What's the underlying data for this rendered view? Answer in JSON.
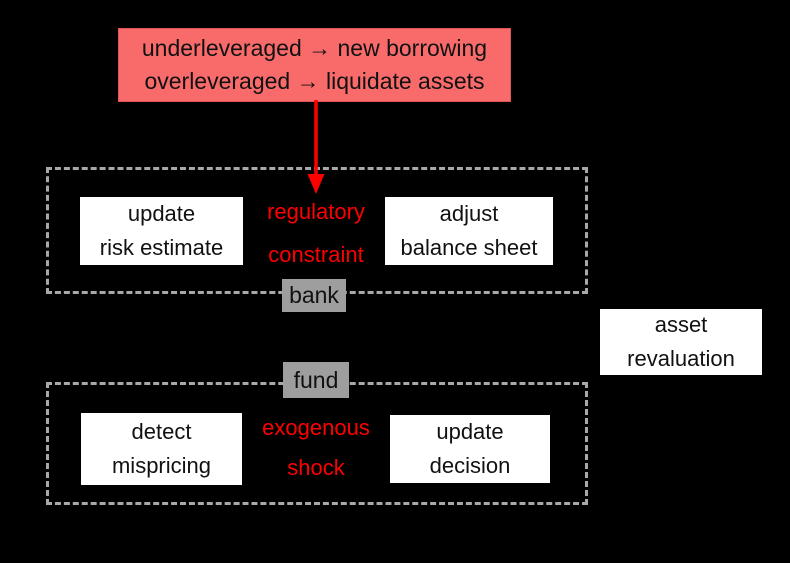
{
  "colors": {
    "background": "#000000",
    "highlight_box_fill": "#f96b6b",
    "highlight_box_border": "#e25555",
    "arrow_red": "#fe0000",
    "annotation_red": "#fe0000",
    "dashed_border_gray": "#a8a8a8",
    "section_label_gray": "#9e9e9e",
    "inner_box_fill": "#ffffff",
    "text_black": "#111111"
  },
  "leverage_rule_box": {
    "line1": "underleveraged → new borrowing",
    "line2": "overleveraged → liquidate assets"
  },
  "bank_section": {
    "label": "bank",
    "left_box": {
      "line1": "update",
      "line2": "risk estimate"
    },
    "center_annotation": {
      "line1": "regulatory",
      "line2": "constraint"
    },
    "right_box": {
      "line1": "adjust",
      "line2": "balance sheet"
    }
  },
  "fund_section": {
    "label": "fund",
    "left_box": {
      "line1": "detect",
      "line2": "mispricing"
    },
    "center_annotation": {
      "line1": "exogenous",
      "line2": "shock"
    },
    "right_box": {
      "line1": "update",
      "line2": "decision"
    }
  },
  "asset_revaluation_box": {
    "line1": "asset",
    "line2": "revaluation"
  }
}
